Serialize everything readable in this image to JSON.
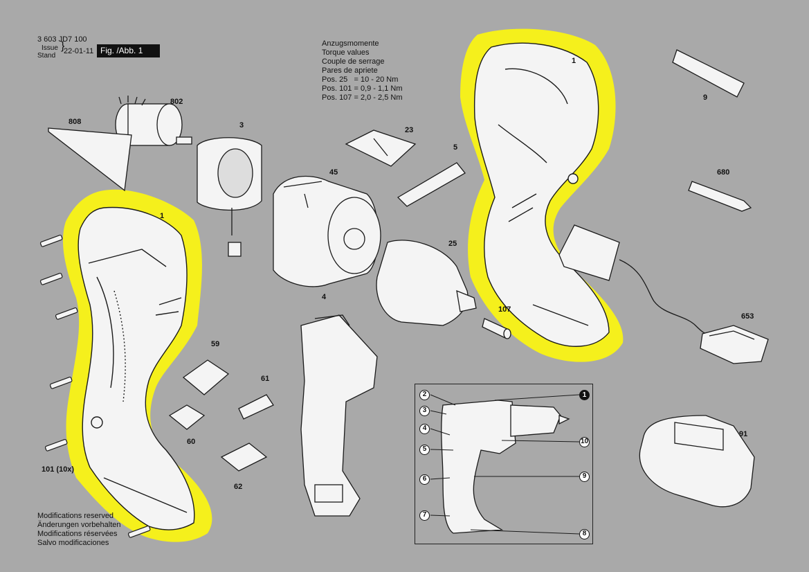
{
  "header": {
    "doc_number": "3 603 JD7 100",
    "issue_label": "Issue",
    "stand_label": "Stand",
    "date": "22-01-11",
    "figure": "Fig. /Abb. 1"
  },
  "torque": {
    "lines": [
      "Anzugsmomente",
      "Torque values",
      "Couple de serrage",
      "Pares de apriete"
    ],
    "values": [
      "Pos. 25   = 10 - 20 Nm",
      "Pos. 101 = 0,9 - 1,1 Nm",
      "Pos. 107 = 2,0 - 2,5 Nm"
    ]
  },
  "parts": {
    "p808": "808",
    "p802": "802",
    "p3": "3",
    "p23": "23",
    "p5": "5",
    "p45": "45",
    "p25": "25",
    "p1_left": "1",
    "p1_right": "1",
    "p9": "9",
    "p680": "680",
    "p107": "107",
    "p653": "653",
    "p4": "4",
    "p59": "59",
    "p61": "61",
    "p60": "60",
    "p62": "62",
    "p101": "101 (10x)",
    "p91": "91"
  },
  "inset": {
    "callouts": [
      "1",
      "2",
      "3",
      "4",
      "5",
      "6",
      "7",
      "8",
      "9",
      "10"
    ]
  },
  "footer": {
    "lines": [
      "Modifications reserved",
      "Änderungen vorbehalten",
      "Modifications réservées",
      "Salvo modificaciones"
    ]
  },
  "colors": {
    "background": "#a9a9a9",
    "highlight": "#f5f01c",
    "line": "#1a1a1a",
    "part_fill": "#f4f4f4"
  }
}
